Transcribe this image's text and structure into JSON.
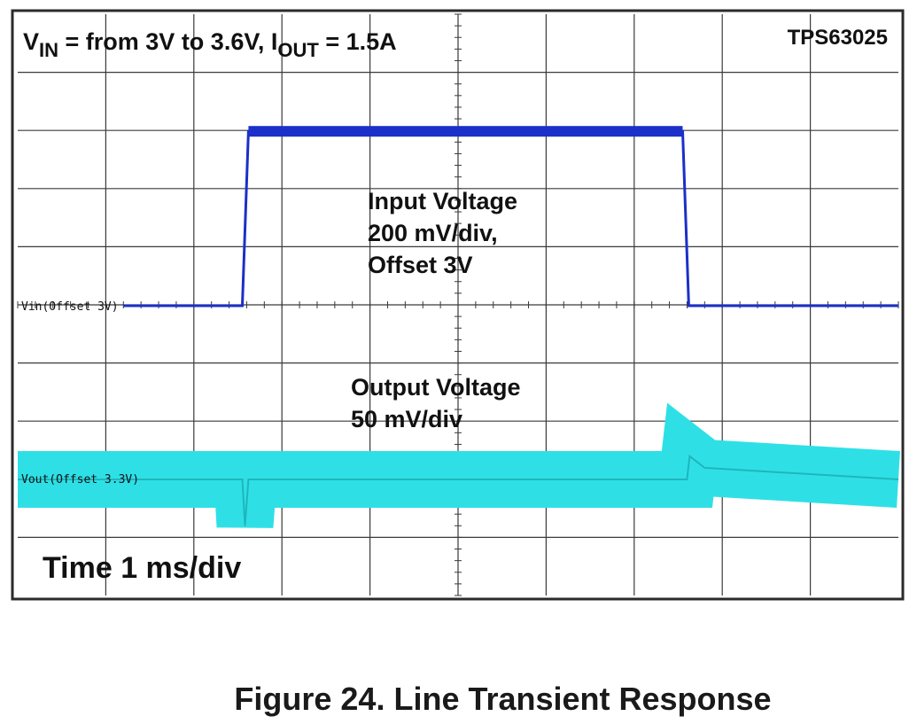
{
  "chart_data": {
    "type": "line",
    "device_label": "TPS63025",
    "conditions": {
      "v": "V",
      "v_sub": "IN",
      "mid": " = from 3V to 3.6V, I",
      "i_sub": "OUT",
      "tail": " = 1.5A"
    },
    "time_label": "Time 1 ms/div",
    "x_unit": "ms",
    "x_range": [
      0,
      10
    ],
    "grid": true,
    "grid_divisions": {
      "x": 10,
      "y": 10
    },
    "series": [
      {
        "name": "Vin(Offset 3V)",
        "color": "#1c2fc8",
        "annotation": [
          "Input Voltage",
          "200 mV/div,",
          "Offset 3V"
        ],
        "unit": "V",
        "points": [
          [
            1.2,
            3.0
          ],
          [
            2.55,
            3.0
          ],
          [
            2.62,
            3.6
          ],
          [
            7.55,
            3.6
          ],
          [
            7.62,
            3.0
          ],
          [
            10.0,
            3.0
          ]
        ]
      },
      {
        "name": "Vout(Offset 3.3V)",
        "color": "#2ee0e6",
        "annotation": [
          "Output Voltage",
          "50 mV/div"
        ],
        "unit": "V",
        "points": [
          [
            0,
            3.3
          ],
          [
            2.55,
            3.3
          ],
          [
            2.58,
            3.26
          ],
          [
            2.62,
            3.3
          ],
          [
            7.6,
            3.3
          ],
          [
            7.63,
            3.32
          ],
          [
            7.8,
            3.31
          ],
          [
            10.0,
            3.3
          ]
        ]
      }
    ]
  },
  "caption": "Figure 24. Line Transient Response"
}
